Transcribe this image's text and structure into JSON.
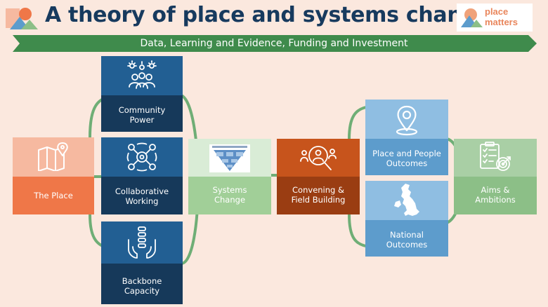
{
  "header": {
    "title": "A theory of place and systems change",
    "logo_line1": "place",
    "logo_line2": "matters"
  },
  "banner": {
    "text": "Data, Learning and Evidence, Funding and Investment"
  },
  "nodes": {
    "place": "The Place",
    "community_power": [
      "Community",
      "Power"
    ],
    "collaborative_working": [
      "Collaborative",
      "Working"
    ],
    "backbone_capacity": [
      "Backbone",
      "Capacity"
    ],
    "systems_change": [
      "Systems",
      "Change"
    ],
    "convening": [
      "Convening &",
      "Field Building"
    ],
    "place_people_outcomes": [
      "Place and People",
      "Outcomes"
    ],
    "national_outcomes": [
      "National",
      "Outcomes"
    ],
    "aims_ambitions": [
      "Aims &",
      "Ambitions"
    ]
  },
  "colors": {
    "background": "#fbe8de",
    "title": "#173a5e",
    "banner": "#3f8b4c",
    "place_top": "#f6b9a0",
    "place_bottom": "#ef7748",
    "blue_top": "#225f93",
    "blue_bottom": "#16395a",
    "green_light": "#d9ecd6",
    "green_mid": "#a1cf98",
    "orange_dark": "#c7541c",
    "orange_darker": "#9a3d12",
    "light_blue_top": "#8fbee2",
    "light_blue_bottom": "#5d9ccc",
    "aims_top": "#a9cfa5",
    "aims_bottom": "#8cbf87",
    "arrow": "#6fae76"
  },
  "icons": {
    "place": "map-pin-icon",
    "community_power": "people-group-icon",
    "collaborative_working": "gears-network-icon",
    "backbone_capacity": "hands-holding-spine-icon",
    "systems_change": "inverted-pyramid-diagram-icon",
    "convening": "magnifier-people-icon",
    "place_people_outcomes": "location-pin-icon",
    "national_outcomes": "uk-map-icon",
    "aims_ambitions": "checklist-target-icon"
  }
}
